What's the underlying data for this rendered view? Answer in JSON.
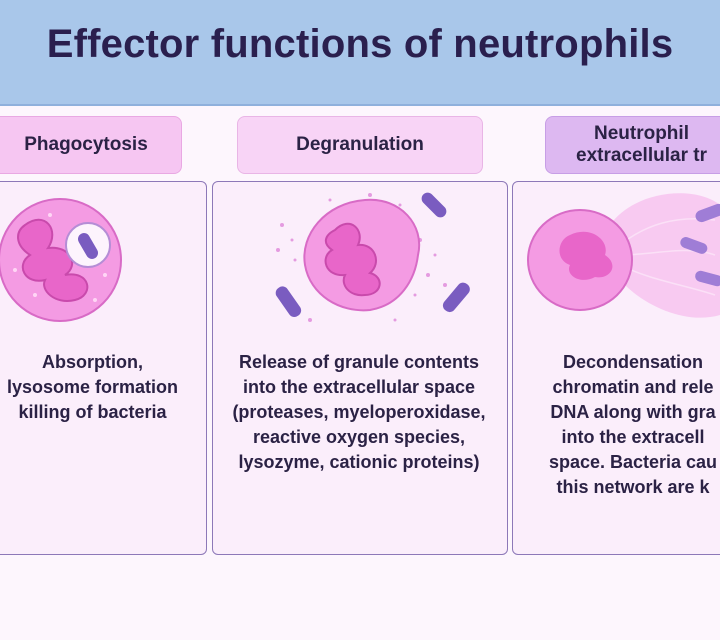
{
  "title": "Effector functions of neutrophils",
  "panels": [
    {
      "label": "Phagocytosis",
      "description": "Absorption,\nlysosome formation\nkilling of bacteria"
    },
    {
      "label": "Degranulation",
      "description": "Release of granule contents\ninto the extracellular space\n(proteases, myeloperoxidase,\nreactive oxygen species,\nlysozyme, cationic proteins)"
    },
    {
      "label": "Neutrophil\nextracellular tr",
      "description": "Decondensation\nchromatin and rele\nDNA along with gra\ninto the extracell\nspace. Bacteria cau\nthis network are k"
    }
  ],
  "colors": {
    "header": "#a9c7ea",
    "label_pink": "#f6c6f2",
    "label_light": "#f8d4f6",
    "label_purple": "#ddb8f1",
    "cell": "#f49be3",
    "nucleus": "#e866c9",
    "bacteria": "#7a5cc0"
  }
}
